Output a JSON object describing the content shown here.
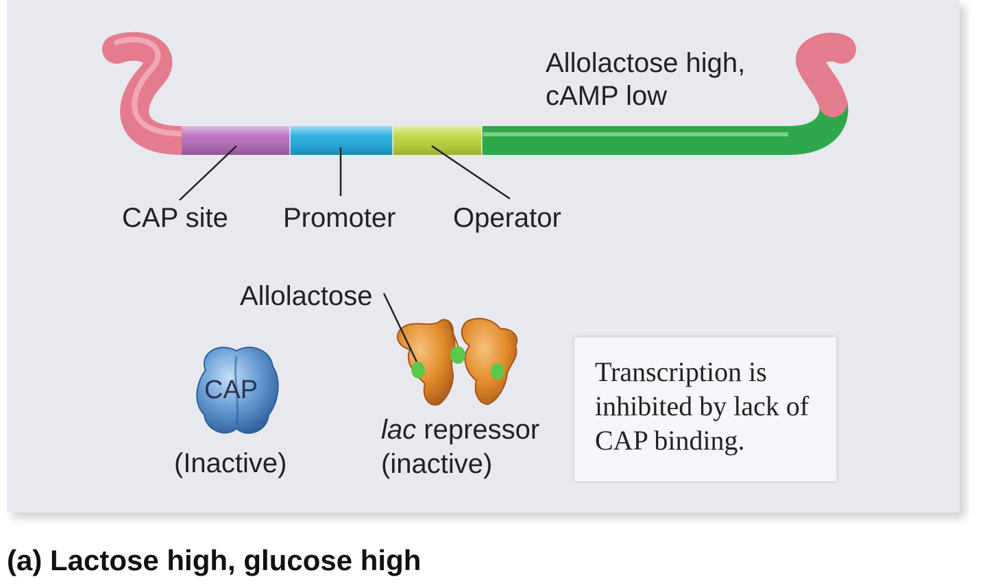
{
  "condition": {
    "line1": "Allolactose high,",
    "line2": "cAMP low"
  },
  "dna": {
    "segments": [
      {
        "name": "CAP site",
        "color": "#b566b8"
      },
      {
        "name": "Promoter",
        "color": "#1aa9e0"
      },
      {
        "name": "Operator",
        "color": "#bcd535"
      }
    ],
    "flank_color": "#e57c8e",
    "gene_color": "#2ea84a"
  },
  "labels": {
    "cap_site": "CAP site",
    "promoter": "Promoter",
    "operator": "Operator",
    "allolactose": "Allolactose"
  },
  "cap": {
    "protein_label": "CAP",
    "state": "(Inactive)",
    "color": "#4f86c6"
  },
  "repressor": {
    "name": "lac",
    "name_rest": " repressor",
    "state": "(inactive)",
    "color": "#e08a2a",
    "ligand_color": "#5cc84a"
  },
  "result": {
    "text": "Transcription is inhibited by lack of CAP binding."
  },
  "caption": "(a) Lactose high, glucose high"
}
